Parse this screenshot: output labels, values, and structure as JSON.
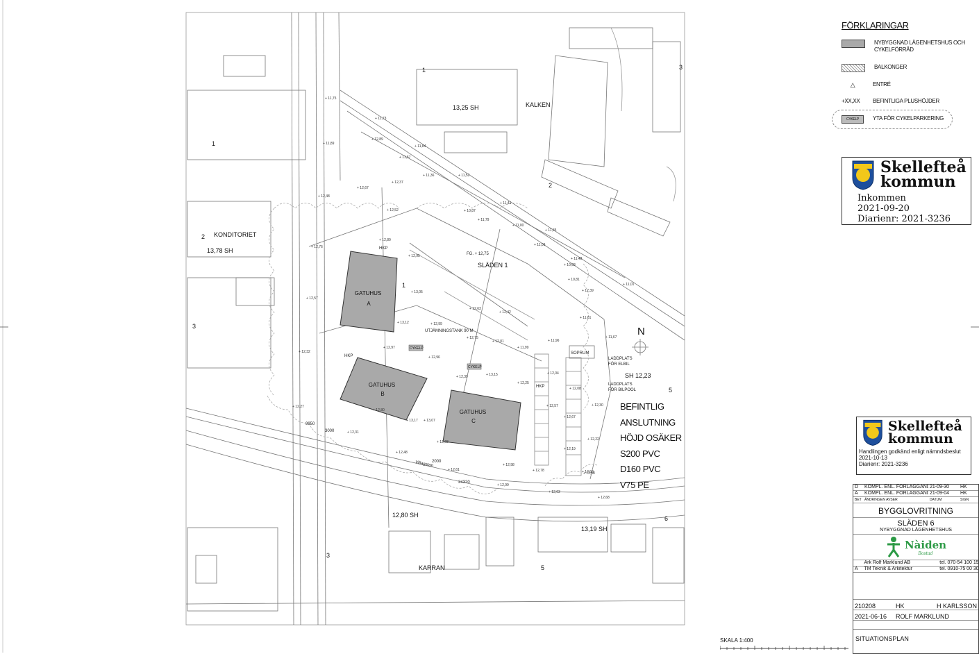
{
  "legend": {
    "title": "FÖRKLARINGAR",
    "items": [
      {
        "label": "NYBYGGNAD LÄGENHETSHUS OCH CYKELFÖRRÅD",
        "symbol": "gray-rect"
      },
      {
        "label": "BALKONGER",
        "symbol": "hatched-rect"
      },
      {
        "label": "ENTRÉ",
        "symbol": "triangle"
      },
      {
        "label": "BEFINTLIGA PLUSHÖJDER",
        "symbol": "+XX,XX"
      },
      {
        "label": "YTA FÖR CYKELPARKERING",
        "symbol": "cloud",
        "tag": "CYKELP"
      }
    ]
  },
  "stamp_received": {
    "org_line1": "Skellefteå",
    "org_line2": "kommun",
    "status": "Inkommen",
    "date": "2021-09-20",
    "diarienr": "Diarienr: 2021-3236"
  },
  "stamp_approved": {
    "org_line1": "Skellefteå",
    "org_line2": "kommun",
    "text": "Handlingen godkänd enligt nämndsbeslut",
    "date": "2021-10-13",
    "diarienr": "Diarienr: 2021-3236"
  },
  "connection_note": [
    "BEFINTLIG",
    "ANSLUTNING",
    "HÖJD OSÄKER",
    "S200 PVC",
    "D160 PVC",
    "V75 PE"
  ],
  "map_labels": {
    "buildings": [
      {
        "name": "GATUHUS",
        "letter": "A"
      },
      {
        "name": "GATUHUS",
        "letter": "B"
      },
      {
        "name": "GATUHUS",
        "letter": "C"
      }
    ],
    "block_kalken": "KALKEN",
    "block_sladen": "SLÄDEN 1",
    "block_karran": "KARRAN",
    "konditoriet": "KONDITORIET",
    "sopprum": "SOPRUM",
    "north": "N",
    "tank": "UTJÄMNINGSTANK 90 M",
    "fg": "FG. + 12,75",
    "ladd_elbil": [
      "LADDPLATS",
      "FÖR ELBIL"
    ],
    "ladd_bilpool": [
      "LADDPLATS",
      "FÖR BILPOOL"
    ],
    "heights": [
      "13,25 SH",
      "13,78 SH",
      "12,80 SH",
      "13,19 SH",
      "12,23"
    ],
    "numbers": [
      "1",
      "1",
      "2",
      "3",
      "2",
      "3",
      "5",
      "6",
      "3",
      "1",
      "5"
    ],
    "spot_heights": [
      "11,75",
      "11,73",
      "11,89",
      "12,89",
      "11,84",
      "11,57",
      "11,36",
      "11,52",
      "12,37",
      "12,67",
      "12,48",
      "12,52",
      "10,87",
      "11,79",
      "11,41",
      "11,00",
      "11,35",
      "11,09",
      "11,48",
      "10,68",
      "10,81",
      "11,01",
      "12,39",
      "12,76",
      "12,95",
      "12,80",
      "13,05",
      "13,12",
      "12,57",
      "12,32",
      "12,27",
      "12,99",
      "12,63",
      "12,42",
      "12,75",
      "12,01",
      "11,99",
      "11,96",
      "11,61",
      "11,67",
      "12,97",
      "12,96",
      "12,39",
      "13,15",
      "12,25",
      "12,04",
      "12,08",
      "12,57",
      "12,30",
      "12,67",
      "12,22",
      "12,19",
      "12,58",
      "12,31",
      "12,48",
      "12,80",
      "13,17",
      "13,07",
      "12,68",
      "12,61",
      "12,98",
      "12,99",
      "12,78",
      "12,63",
      "12,68",
      "12,58"
    ],
    "cykelp_tag": "CYKELP",
    "hkp": "HKP",
    "street": "Villagatan",
    "dims": [
      "24320",
      "9950",
      "2000",
      "3000"
    ]
  },
  "title_block": {
    "revisions": [
      {
        "code": "D",
        "text": "KOMPL. ENL. FÖRLÄGGANDE",
        "date": "21-09-30",
        "sign": "HK"
      },
      {
        "code": "A",
        "text": "KOMPL. ENL. FÖRLÄGGANDE",
        "date": "21-09-04",
        "sign": "HK"
      },
      {
        "code": "BET",
        "text": "ÄNDRINGEN AVSER",
        "date": "DATUM",
        "sign": "SIGN"
      }
    ],
    "doc_type": "BYGGLOVRITNING",
    "project": "SLÄDEN 6",
    "subtitle": "NYBYGGNAD LÄGENHETSHUS",
    "client": "Nàiden",
    "client_sub": "Bostad",
    "consultants": [
      {
        "name": "Ark Rolf Marklund AB",
        "tel": "tel. 070-54 100 15"
      },
      {
        "code": "A",
        "name": "TM Teknik & Arkitektur",
        "tel": "tel. 0910-75 00 30"
      }
    ],
    "uppdrag": "210208",
    "handlaggare": "HK",
    "ansvarig": "H KARLSSON",
    "datum": "2021-06-16",
    "ritad_av": "ROLF MARKLUND",
    "sheet": "SITUATIONSPLAN"
  },
  "scale": "SKALA  1:400",
  "colors": {
    "building_fill": "#a9a9a9",
    "line": "#555555",
    "stamp_yellow": "#f2c81a",
    "stamp_blue": "#1e4f9c",
    "naiden_green": "#2c9a45"
  }
}
